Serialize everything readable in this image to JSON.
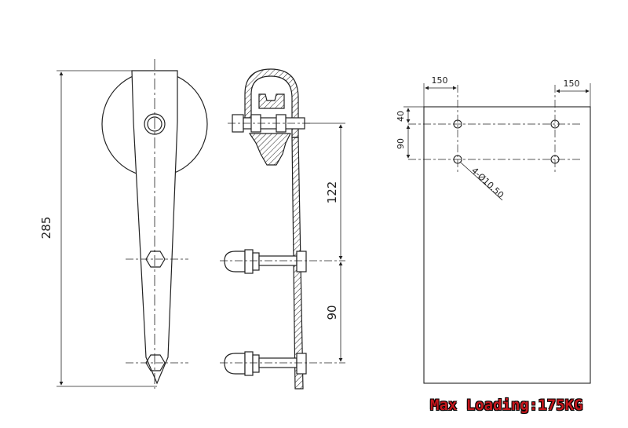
{
  "dimensions": {
    "overall_height": "285",
    "upper_spacing": "122",
    "lower_spacing": "90",
    "plate_top_offset": "40",
    "hole_vertical_spacing": "90",
    "left_edge_to_hole": "150",
    "right_edge_to_hole": "150",
    "hole_callout": "4-Ø10.50"
  },
  "caption": {
    "max_loading": "Max Loading:175KG"
  },
  "colors": {
    "line": "#222222",
    "caption_text": "#c4161c",
    "caption_outline": "#000000"
  }
}
